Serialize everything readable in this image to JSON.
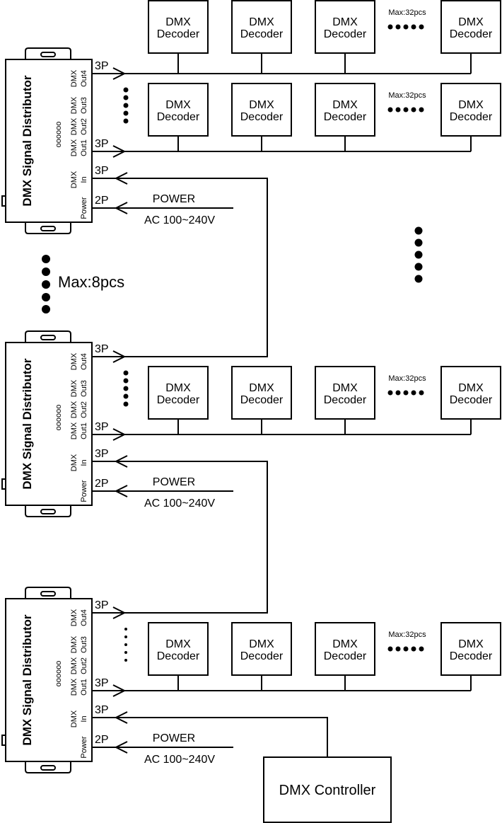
{
  "colors": {
    "line": "#000000",
    "background": "#ffffff"
  },
  "decoder": {
    "line1": "DMX",
    "line2": "Decoder"
  },
  "max_decoders": "Max:32pcs",
  "max_distributors": "Max:8pcs",
  "distributor": {
    "title": "DMX Signal Distributor",
    "leds": "oooooo",
    "ports": [
      {
        "l1": "DMX",
        "l2": "Out4"
      },
      {
        "l1": "DMX",
        "l2": "Out3"
      },
      {
        "l1": "DMX",
        "l2": "Out2"
      },
      {
        "l1": "DMX",
        "l2": "Out1"
      },
      {
        "l1": "DMX",
        "l2": "In"
      },
      {
        "l1": "",
        "l2": "Power"
      }
    ]
  },
  "pins": {
    "three": "3P",
    "two": "2P"
  },
  "power": {
    "label": "POWER",
    "voltage": "AC 100~240V"
  },
  "controller": {
    "label": "DMX Controller"
  }
}
